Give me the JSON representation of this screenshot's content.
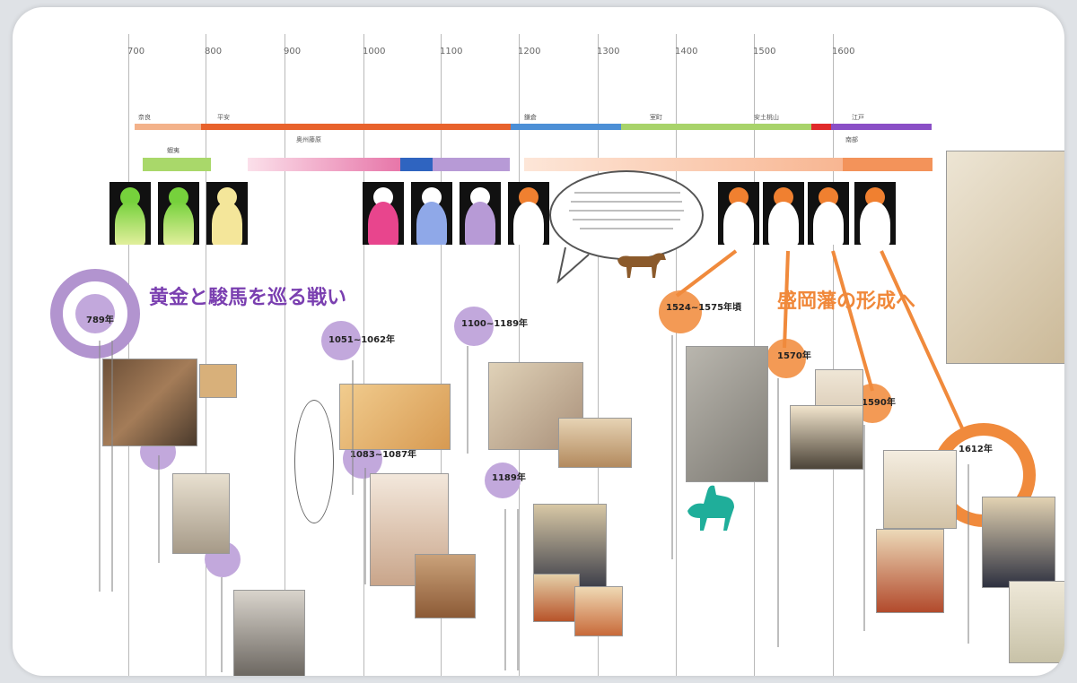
{
  "timeline": {
    "years": [
      "700",
      "800",
      "900",
      "1000",
      "1100",
      "1200",
      "1300",
      "1400",
      "1500",
      "1600"
    ]
  },
  "period_bars": {
    "row1_labels": [
      "奈良",
      "平安",
      "鎌倉",
      "室町",
      "安土桃山",
      "江戸"
    ],
    "row2_labels": [
      "蝦夷",
      "奥州藤原",
      "南部"
    ]
  },
  "headings": {
    "left": "黄金と駿馬を巡る戦い",
    "right": "盛岡藩の形成へ"
  },
  "events": [
    {
      "label": "789年"
    },
    {
      "label": "1051~1062年"
    },
    {
      "label": "1083~1087年"
    },
    {
      "label": "1100~1189年"
    },
    {
      "label": "1189年"
    },
    {
      "label": "1524~1575年頃"
    },
    {
      "label": "1570年"
    },
    {
      "label": "1590年"
    },
    {
      "label": "1612年"
    }
  ],
  "colors": {
    "purple": "#a07cc4",
    "orange": "#ef8a3c",
    "heading_purple": "#7a3fb0",
    "heading_orange": "#f0883a",
    "teal": "#1fae9a"
  },
  "icons": [
    "speech-bubble-icon",
    "horse-icon",
    "horse-rider-icon",
    "map-icon"
  ]
}
